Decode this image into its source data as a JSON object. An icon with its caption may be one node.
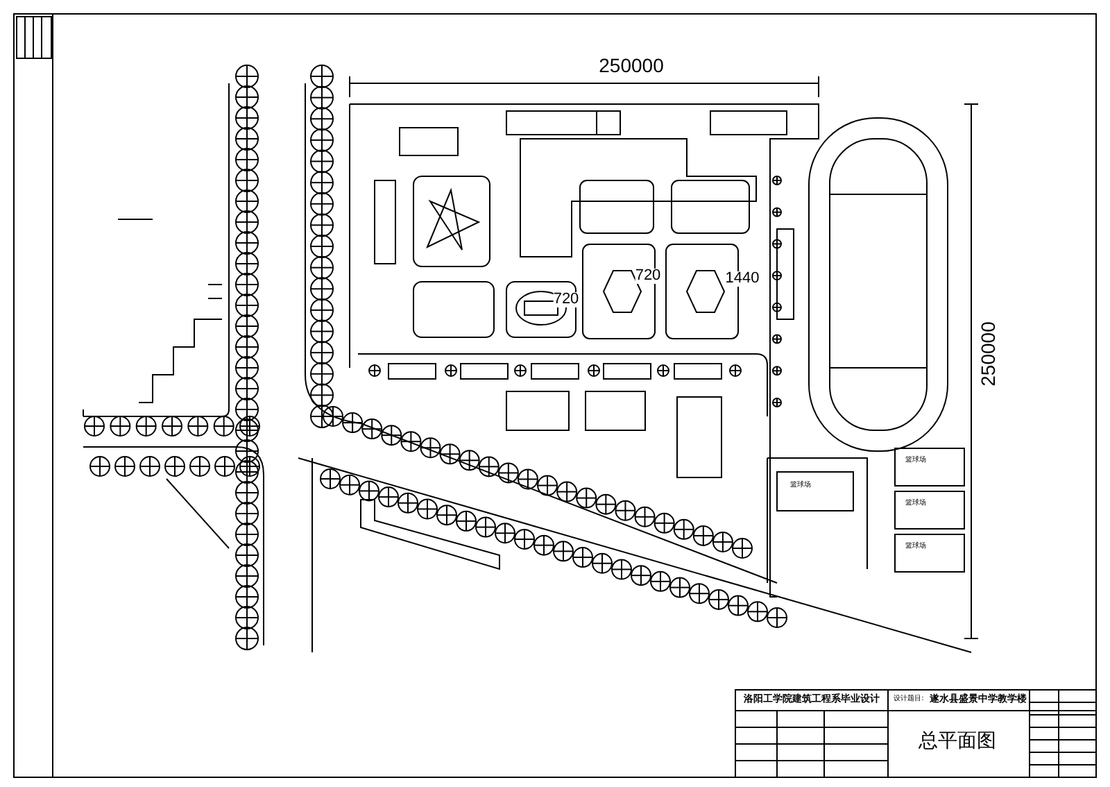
{
  "diagram": {
    "labels": [
      "250000",
      "250000",
      "720",
      "720",
      "1440",
      "篮球场",
      "篮球场",
      "篮球场",
      "篮球场",
      "洛阳工学院建筑工程系毕业设计",
      "设计题目:",
      "遂水县盛景中学教学楼",
      "总平面图"
    ]
  }
}
